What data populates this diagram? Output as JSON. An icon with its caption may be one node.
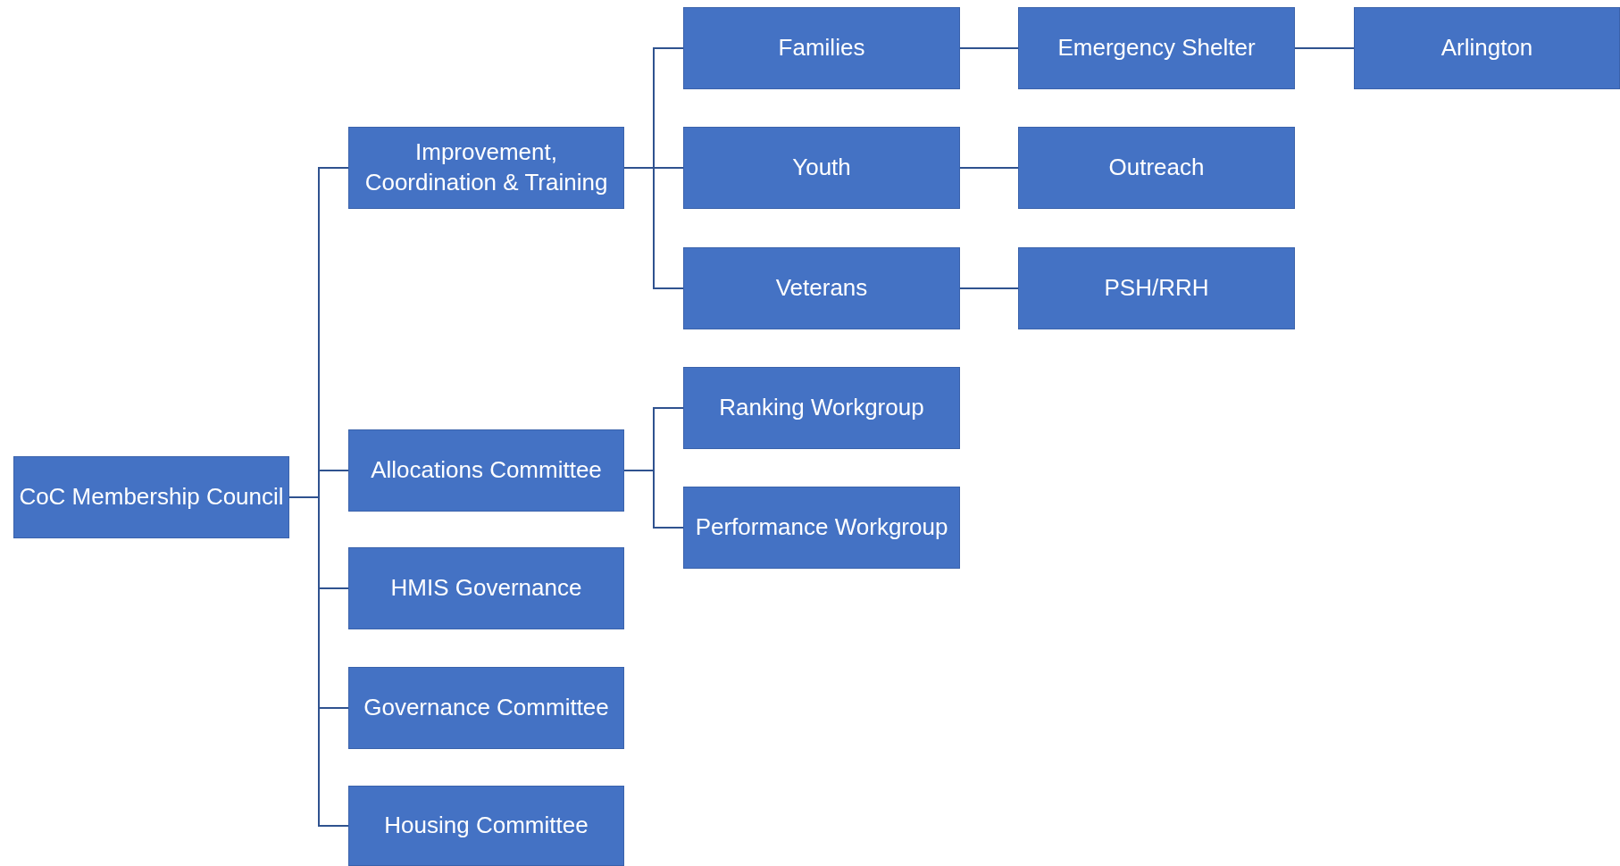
{
  "diagram": {
    "nodes": [
      {
        "text": [
          "CoC Membership Council"
        ]
      },
      {
        "text": [
          "Improvement, Coordination & Training"
        ]
      },
      {
        "text": [
          "Families"
        ]
      },
      {
        "text": [
          "Emergency Shelter"
        ]
      },
      {
        "text": [
          "Arlington"
        ]
      },
      {
        "text": [
          "Youth"
        ]
      },
      {
        "text": [
          "Outreach"
        ]
      },
      {
        "text": [
          "Veterans"
        ]
      },
      {
        "text": [
          "PSH/RRH"
        ]
      },
      {
        "text": [
          "Allocations Committee"
        ]
      },
      {
        "text": [
          "Ranking Workgroup"
        ]
      },
      {
        "text": [
          "Performance Workgroup"
        ]
      },
      {
        "text": [
          "HMIS Governance"
        ]
      },
      {
        "text": [
          "Governance Committee"
        ]
      },
      {
        "text": [
          "Housing Committee"
        ]
      }
    ],
    "edges": [
      {
        "from": 0,
        "to": 1,
        "arrow": "none"
      },
      {
        "from": 0,
        "to": 9,
        "arrow": "none"
      },
      {
        "from": 0,
        "to": 12,
        "arrow": "none"
      },
      {
        "from": 0,
        "to": 13,
        "arrow": "none"
      },
      {
        "from": 0,
        "to": 14,
        "arrow": "none"
      },
      {
        "from": 1,
        "to": 2,
        "arrow": "none"
      },
      {
        "from": 1,
        "to": 5,
        "arrow": "none"
      },
      {
        "from": 1,
        "to": 7,
        "arrow": "none"
      },
      {
        "from": 2,
        "to": 3,
        "arrow": "none"
      },
      {
        "from": 3,
        "to": 4,
        "arrow": "none"
      },
      {
        "from": 5,
        "to": 6,
        "arrow": "none"
      },
      {
        "from": 7,
        "to": 8,
        "arrow": "none"
      },
      {
        "from": 9,
        "to": 10,
        "arrow": "none"
      },
      {
        "from": 9,
        "to": 11,
        "arrow": "none"
      }
    ]
  }
}
